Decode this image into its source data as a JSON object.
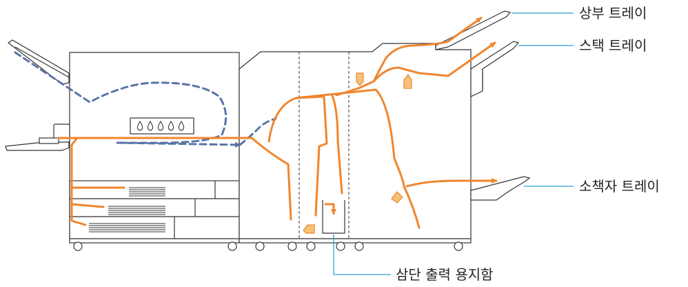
{
  "labels": {
    "top_tray": "상부 트레이",
    "stack_tray": "스택 트레이",
    "booklet_tray": "소책자 트레이",
    "trifold_box": "삼단 출력 용지함"
  },
  "colors": {
    "paper_path": "#F0852D",
    "ink_path": "#5A73A6",
    "leader_line": "#2A9FD6",
    "outline": "#333333",
    "gate": "#F6C27A"
  }
}
